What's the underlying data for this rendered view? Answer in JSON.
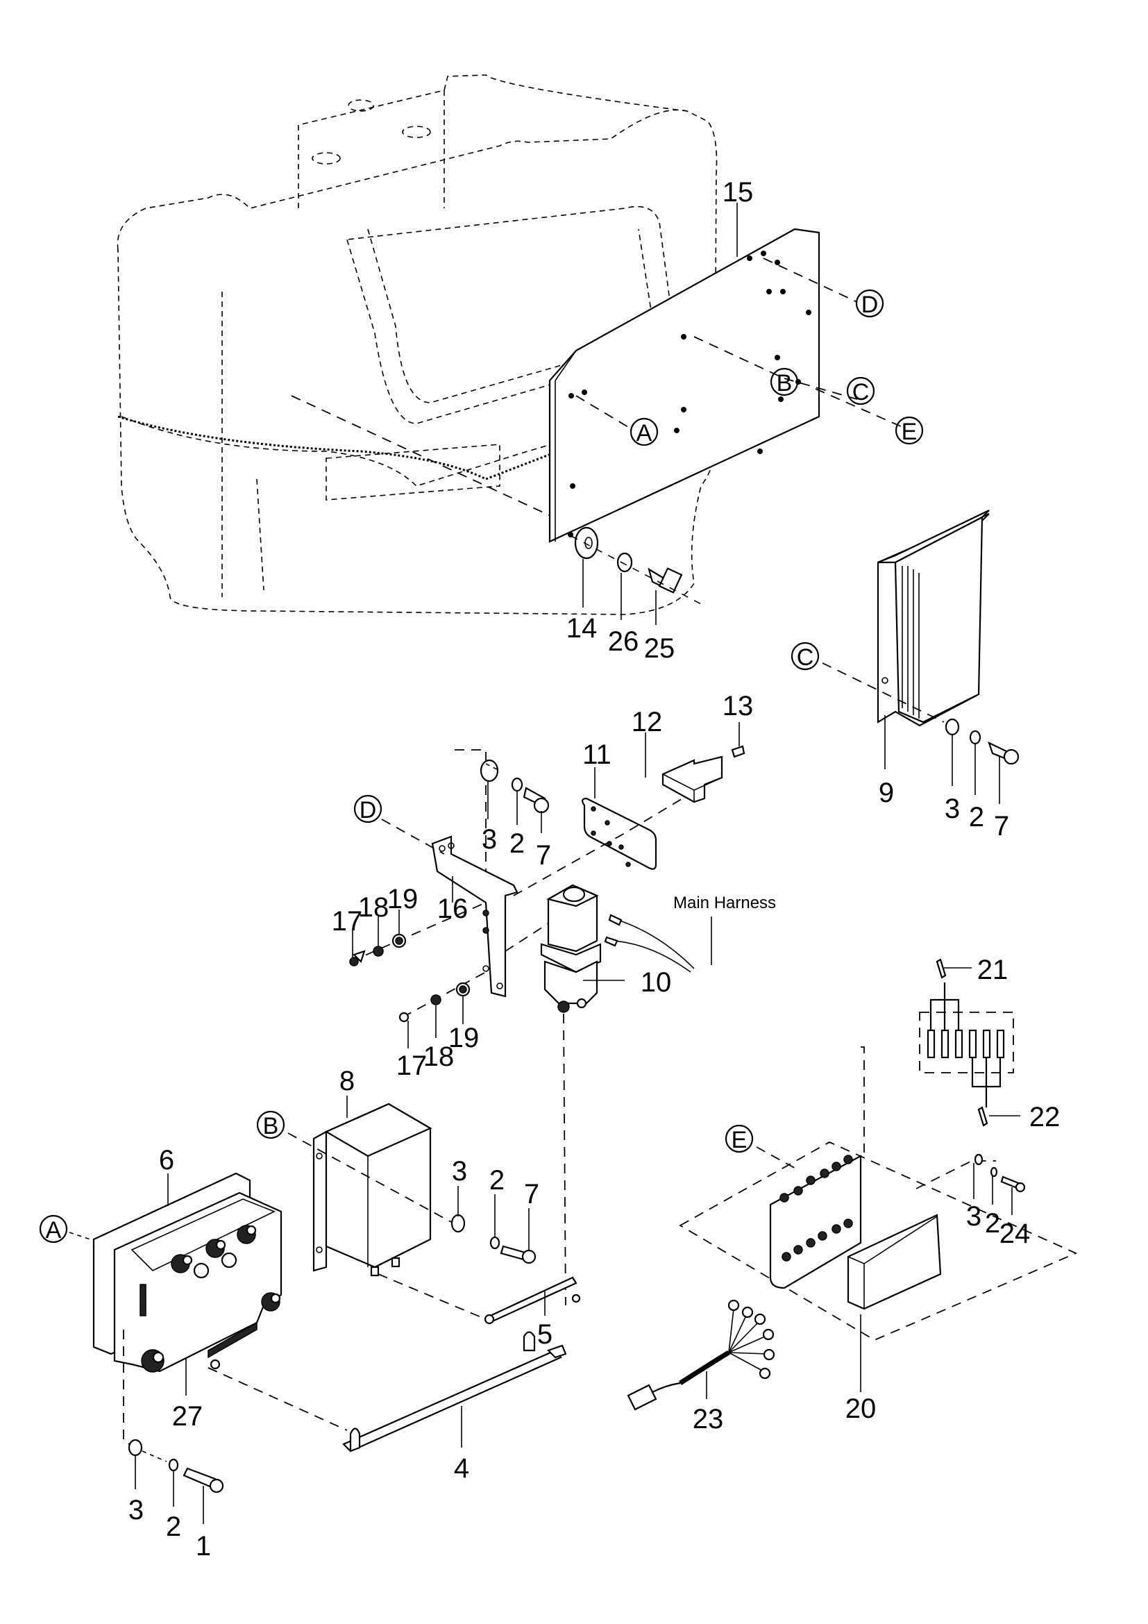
{
  "diagram": {
    "type": "exploded-parts-diagram",
    "callouts": {
      "p1": "1",
      "p2a": "2",
      "p2b": "2",
      "p2c": "2",
      "p2d": "2",
      "p2e": "2",
      "p3a": "3",
      "p3b": "3",
      "p3c": "3",
      "p3d": "3",
      "p3e": "3",
      "p4": "4",
      "p5": "5",
      "p6": "6",
      "p7a": "7",
      "p7b": "7",
      "p7c": "7",
      "p8": "8",
      "p9": "9",
      "p10": "10",
      "p11": "11",
      "p12": "12",
      "p13": "13",
      "p14": "14",
      "p15": "15",
      "p16": "16",
      "p17a": "17",
      "p17b": "17",
      "p18a": "18",
      "p18b": "18",
      "p19a": "19",
      "p19b": "19",
      "p20": "20",
      "p21": "21",
      "p22": "22",
      "p23": "23",
      "p24": "24",
      "p25": "25",
      "p26": "26",
      "p27": "27"
    },
    "reference_markers": {
      "A_plate": "A",
      "A_ctrl": "A",
      "B_plate": "B",
      "B_box": "B",
      "C_plate": "C",
      "C_box": "C",
      "D_plate": "D",
      "D_bracket": "D",
      "E_plate": "E",
      "E_fuse": "E"
    },
    "annotations": {
      "main_harness": "Main Harness"
    }
  }
}
